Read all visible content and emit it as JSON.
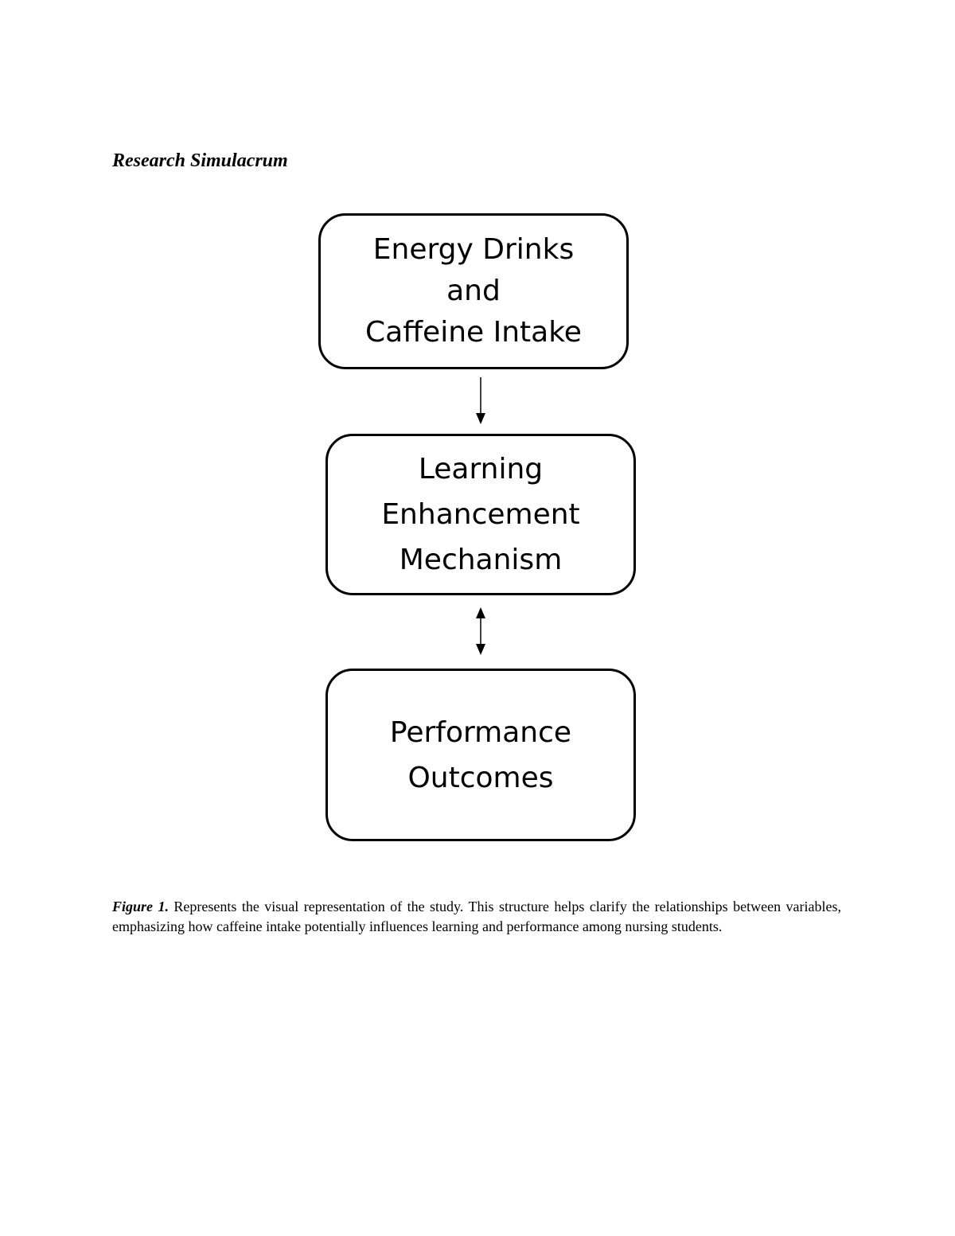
{
  "heading": "Research Simulacrum",
  "diagram": {
    "nodes": [
      {
        "id": "energy-drinks",
        "lines": [
          "Energy Drinks",
          "and",
          "Caffeine Intake"
        ]
      },
      {
        "id": "learning-enhancement",
        "lines": [
          "Learning",
          "Enhancement",
          "Mechanism"
        ]
      },
      {
        "id": "performance-outcomes",
        "lines": [
          "Performance",
          "Outcomes"
        ]
      }
    ],
    "edges": [
      {
        "from": "energy-drinks",
        "to": "learning-enhancement",
        "direction": "one-way"
      },
      {
        "from": "learning-enhancement",
        "to": "performance-outcomes",
        "direction": "two-way"
      }
    ]
  },
  "caption": {
    "label": "Figure 1.",
    "text": " Represents the visual representation of the study. This structure helps clarify the relationships between variables, emphasizing how caffeine intake potentially influences learning and performance among nursing students."
  }
}
